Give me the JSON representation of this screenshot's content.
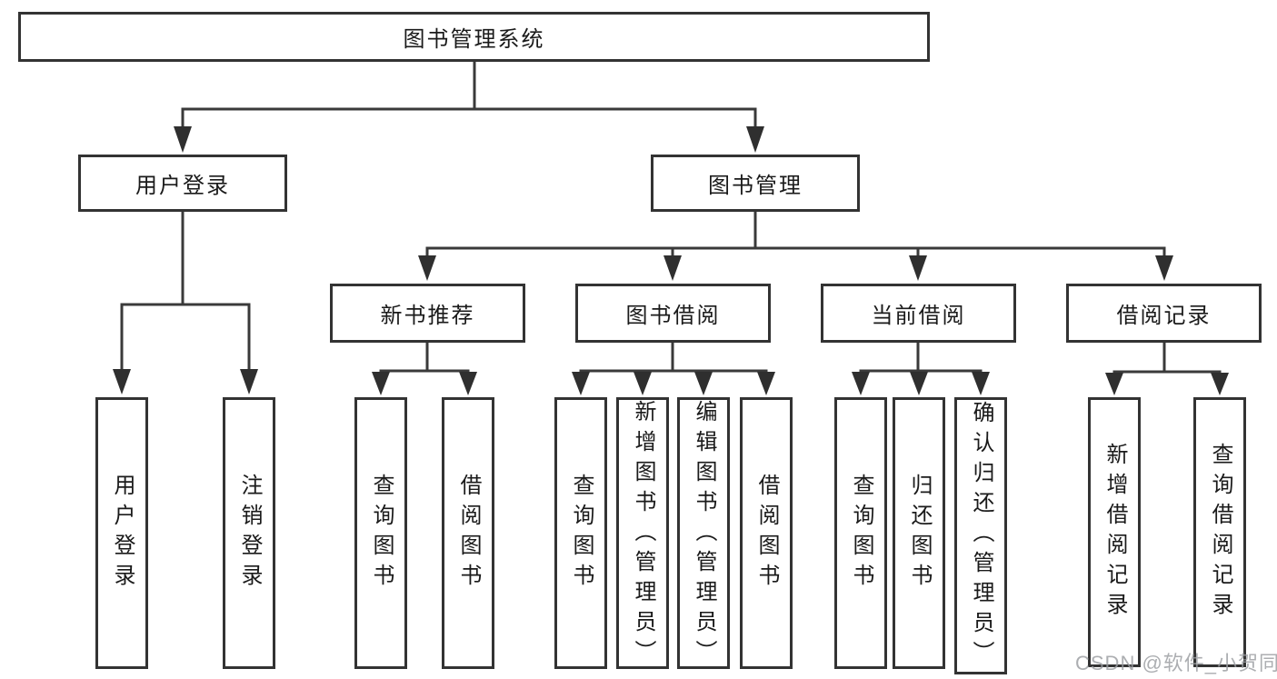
{
  "tree": {
    "label": "图书管理系统",
    "children": [
      {
        "label": "用户登录",
        "children": [
          {
            "label": "用户登录"
          },
          {
            "label": "注销登录"
          }
        ]
      },
      {
        "label": "图书管理",
        "children": [
          {
            "label": "新书推荐",
            "children": [
              {
                "label": "查询图书"
              },
              {
                "label": "借阅图书"
              }
            ]
          },
          {
            "label": "图书借阅",
            "children": [
              {
                "label": "查询图书"
              },
              {
                "label": "新增图书（管理员）"
              },
              {
                "label": "编辑图书（管理员）"
              },
              {
                "label": "借阅图书"
              }
            ]
          },
          {
            "label": "当前借阅",
            "children": [
              {
                "label": "查询图书"
              },
              {
                "label": "归还图书"
              },
              {
                "label": "确认归还（管理员）"
              }
            ]
          },
          {
            "label": "借阅记录",
            "children": [
              {
                "label": "新增借阅记录"
              },
              {
                "label": "查询借阅记录"
              }
            ]
          }
        ]
      }
    ]
  },
  "watermark": {
    "text": "CSDN @软件_小贺同学"
  },
  "colors": {
    "line": "#3a3a3a",
    "border": "#333333",
    "text": "#1a1a1a",
    "background": "#ffffff",
    "watermark": "#9a9da1"
  }
}
